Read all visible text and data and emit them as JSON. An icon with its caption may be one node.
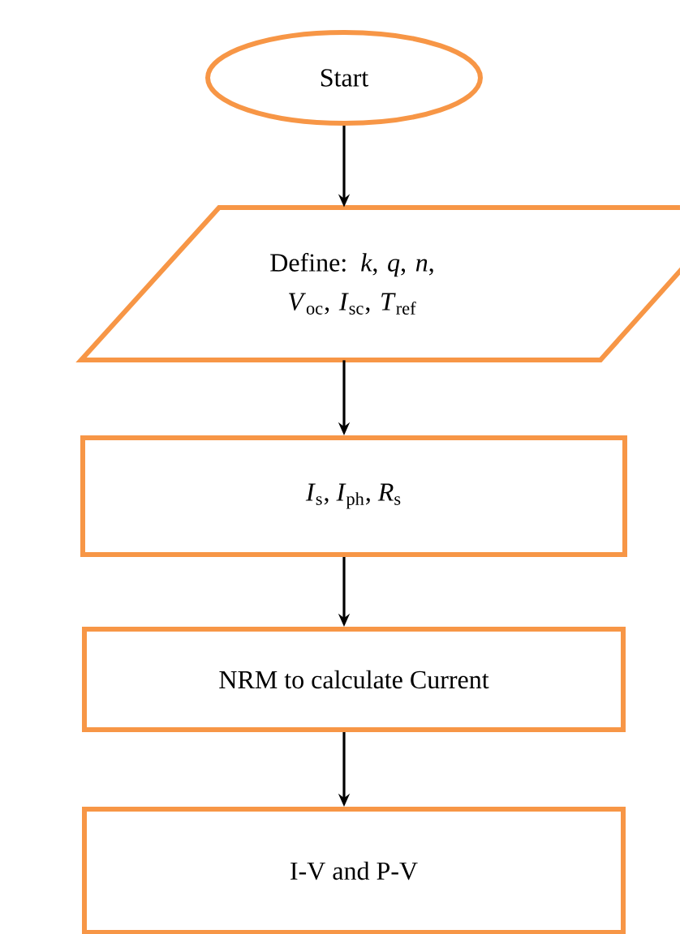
{
  "diagram": {
    "nodes": [
      {
        "text": [
          "Start"
        ]
      },
      {
        "text": [
          "Define: *k*, *q*, *n*, *V*$_{oc}$, *I*$_{sc}$, *T*$_{ref}$"
        ]
      },
      {
        "text": [
          "*I*$_{s}$, *I*$_{ph}$, *R*$_{s}$"
        ]
      },
      {
        "text": [
          "NRM to calculate Current"
        ]
      },
      {
        "text": [
          "I-V and P-V"
        ]
      }
    ],
    "edges": [
      {
        "from": 0,
        "to": 1,
        "arrow": "to"
      },
      {
        "from": 1,
        "to": 2,
        "arrow": "to"
      },
      {
        "from": 2,
        "to": 3,
        "arrow": "to"
      },
      {
        "from": 3,
        "to": 4,
        "arrow": "to"
      }
    ]
  }
}
